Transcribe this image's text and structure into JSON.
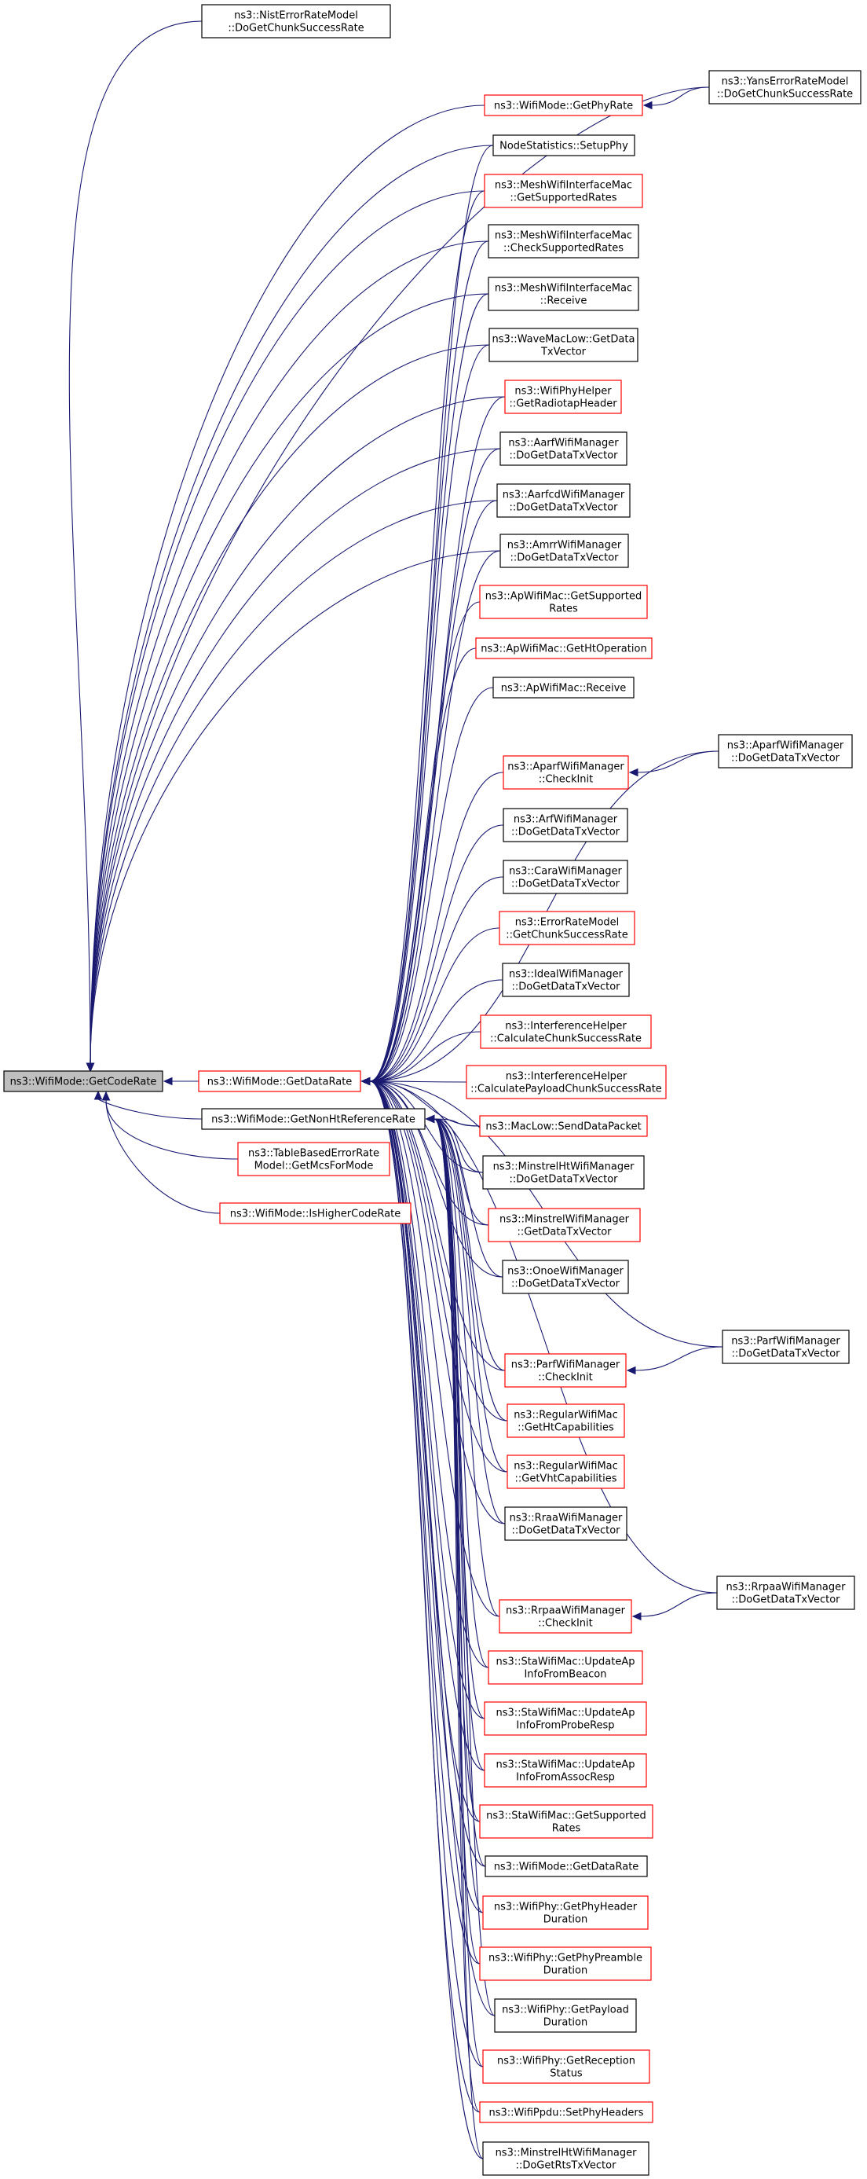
{
  "colors": {
    "edge": "#191970",
    "documented_border": "#000000",
    "undocumented_border": "#ff0000",
    "root_fill": "#bfbfbf"
  },
  "nodes": [
    {
      "id": "root",
      "lines": [
        "ns3::WifiMode::GetCodeRate"
      ],
      "style": "root"
    },
    {
      "id": "nist",
      "lines": [
        "ns3::NistErrorRateModel",
        "::DoGetChunkSuccessRate"
      ],
      "style": "black"
    },
    {
      "id": "getphyrate",
      "lines": [
        "ns3::WifiMode::GetPhyRate"
      ],
      "style": "red"
    },
    {
      "id": "yans",
      "lines": [
        "ns3::YansErrorRateModel",
        "::DoGetChunkSuccessRate"
      ],
      "style": "black"
    },
    {
      "id": "getdatarate",
      "lines": [
        "ns3::WifiMode::GetDataRate"
      ],
      "style": "red"
    },
    {
      "id": "getnonht",
      "lines": [
        "ns3::WifiMode::GetNonHtReferenceRate"
      ],
      "style": "black"
    },
    {
      "id": "tablebased",
      "lines": [
        "ns3::TableBasedErrorRate",
        "Model::GetMcsForMode"
      ],
      "style": "red"
    },
    {
      "id": "ishigher",
      "lines": [
        "ns3::WifiMode::IsHigherCodeRate"
      ],
      "style": "red"
    },
    {
      "id": "c1",
      "lines": [
        "NodeStatistics::SetupPhy"
      ],
      "style": "black"
    },
    {
      "id": "c2",
      "lines": [
        "ns3::MeshWifiInterfaceMac",
        "::GetSupportedRates"
      ],
      "style": "red"
    },
    {
      "id": "c3",
      "lines": [
        "ns3::MeshWifiInterfaceMac",
        "::CheckSupportedRates"
      ],
      "style": "black"
    },
    {
      "id": "c4",
      "lines": [
        "ns3::MeshWifiInterfaceMac",
        "::Receive"
      ],
      "style": "black"
    },
    {
      "id": "c5",
      "lines": [
        "ns3::WaveMacLow::GetData",
        "TxVector"
      ],
      "style": "black"
    },
    {
      "id": "c6",
      "lines": [
        "ns3::WifiPhyHelper",
        "::GetRadiotapHeader"
      ],
      "style": "red"
    },
    {
      "id": "c7",
      "lines": [
        "ns3::AarfWifiManager",
        "::DoGetDataTxVector"
      ],
      "style": "black"
    },
    {
      "id": "c8",
      "lines": [
        "ns3::AarfcdWifiManager",
        "::DoGetDataTxVector"
      ],
      "style": "black"
    },
    {
      "id": "c9",
      "lines": [
        "ns3::AmrrWifiManager",
        "::DoGetDataTxVector"
      ],
      "style": "black"
    },
    {
      "id": "c10",
      "lines": [
        "ns3::ApWifiMac::GetSupported",
        "Rates"
      ],
      "style": "red"
    },
    {
      "id": "c11",
      "lines": [
        "ns3::ApWifiMac::GetHtOperation"
      ],
      "style": "red"
    },
    {
      "id": "c12",
      "lines": [
        "ns3::ApWifiMac::Receive"
      ],
      "style": "black"
    },
    {
      "id": "c13",
      "lines": [
        "ns3::AparfWifiManager",
        "::CheckInit"
      ],
      "style": "red"
    },
    {
      "id": "aparf",
      "lines": [
        "ns3::AparfWifiManager",
        "::DoGetDataTxVector"
      ],
      "style": "black"
    },
    {
      "id": "c14",
      "lines": [
        "ns3::ArfWifiManager",
        "::DoGetDataTxVector"
      ],
      "style": "black"
    },
    {
      "id": "c15",
      "lines": [
        "ns3::CaraWifiManager",
        "::DoGetDataTxVector"
      ],
      "style": "black"
    },
    {
      "id": "c16",
      "lines": [
        "ns3::ErrorRateModel",
        "::GetChunkSuccessRate"
      ],
      "style": "red"
    },
    {
      "id": "c17",
      "lines": [
        "ns3::IdealWifiManager",
        "::DoGetDataTxVector"
      ],
      "style": "black"
    },
    {
      "id": "c18",
      "lines": [
        "ns3::InterferenceHelper",
        "::CalculateChunkSuccessRate"
      ],
      "style": "red"
    },
    {
      "id": "c19",
      "lines": [
        "ns3::InterferenceHelper",
        "::CalculatePayloadChunkSuccessRate"
      ],
      "style": "red"
    },
    {
      "id": "c20",
      "lines": [
        "ns3::MacLow::SendDataPacket"
      ],
      "style": "red"
    },
    {
      "id": "c21",
      "lines": [
        "ns3::MinstrelHtWifiManager",
        "::DoGetDataTxVector"
      ],
      "style": "black"
    },
    {
      "id": "c22",
      "lines": [
        "ns3::MinstrelWifiManager",
        "::GetDataTxVector"
      ],
      "style": "red"
    },
    {
      "id": "c23",
      "lines": [
        "ns3::OnoeWifiManager",
        "::DoGetDataTxVector"
      ],
      "style": "black"
    },
    {
      "id": "parf",
      "lines": [
        "ns3::ParfWifiManager",
        "::DoGetDataTxVector"
      ],
      "style": "black"
    },
    {
      "id": "c24",
      "lines": [
        "ns3::ParfWifiManager",
        "::CheckInit"
      ],
      "style": "red"
    },
    {
      "id": "c25",
      "lines": [
        "ns3::RegularWifiMac",
        "::GetHtCapabilities"
      ],
      "style": "red"
    },
    {
      "id": "c26",
      "lines": [
        "ns3::RegularWifiMac",
        "::GetVhtCapabilities"
      ],
      "style": "red"
    },
    {
      "id": "c27",
      "lines": [
        "ns3::RraaWifiManager",
        "::DoGetDataTxVector"
      ],
      "style": "black"
    },
    {
      "id": "rrpaa",
      "lines": [
        "ns3::RrpaaWifiManager",
        "::DoGetDataTxVector"
      ],
      "style": "black"
    },
    {
      "id": "c28",
      "lines": [
        "ns3::RrpaaWifiManager",
        "::CheckInit"
      ],
      "style": "red"
    },
    {
      "id": "c29",
      "lines": [
        "ns3::StaWifiMac::UpdateAp",
        "InfoFromBeacon"
      ],
      "style": "red"
    },
    {
      "id": "c30",
      "lines": [
        "ns3::StaWifiMac::UpdateAp",
        "InfoFromProbeResp"
      ],
      "style": "red"
    },
    {
      "id": "c31",
      "lines": [
        "ns3::StaWifiMac::UpdateAp",
        "InfoFromAssocResp"
      ],
      "style": "red"
    },
    {
      "id": "c32",
      "lines": [
        "ns3::StaWifiMac::GetSupported",
        "Rates"
      ],
      "style": "red"
    },
    {
      "id": "c33",
      "lines": [
        "ns3::WifiMode::GetDataRate"
      ],
      "style": "black"
    },
    {
      "id": "c34",
      "lines": [
        "ns3::WifiPhy::GetPhyHeader",
        "Duration"
      ],
      "style": "red"
    },
    {
      "id": "c35",
      "lines": [
        "ns3::WifiPhy::GetPhyPreamble",
        "Duration"
      ],
      "style": "red"
    },
    {
      "id": "c36",
      "lines": [
        "ns3::WifiPhy::GetPayload",
        "Duration"
      ],
      "style": "black"
    },
    {
      "id": "c37",
      "lines": [
        "ns3::WifiPhy::GetReception",
        "Status"
      ],
      "style": "red"
    },
    {
      "id": "c38",
      "lines": [
        "ns3::WifiPpdu::SetPhyHeaders"
      ],
      "style": "red"
    },
    {
      "id": "c39",
      "lines": [
        "ns3::MinstrelHtWifiManager",
        "::DoGetRtsTxVector"
      ],
      "style": "black"
    }
  ],
  "edges": [
    {
      "from": "nist",
      "to": "root"
    },
    {
      "from": "yans",
      "to": "root"
    },
    {
      "from": "getphyrate",
      "to": "root"
    },
    {
      "from": "yans",
      "to": "getphyrate"
    },
    {
      "from": "c1",
      "to": "root"
    },
    {
      "from": "c2",
      "to": "root"
    },
    {
      "from": "c3",
      "to": "root"
    },
    {
      "from": "c4",
      "to": "root"
    },
    {
      "from": "c5",
      "to": "root"
    },
    {
      "from": "c6",
      "to": "root"
    },
    {
      "from": "c7",
      "to": "root"
    },
    {
      "from": "c8",
      "to": "root"
    },
    {
      "from": "c9",
      "to": "root"
    },
    {
      "from": "getdatarate",
      "to": "root"
    },
    {
      "from": "getnonht",
      "to": "root"
    },
    {
      "from": "tablebased",
      "to": "root"
    },
    {
      "from": "ishigher",
      "to": "root"
    },
    {
      "from": "c1",
      "to": "getdatarate"
    },
    {
      "from": "c2",
      "to": "getdatarate"
    },
    {
      "from": "c3",
      "to": "getdatarate"
    },
    {
      "from": "c4",
      "to": "getdatarate"
    },
    {
      "from": "c5",
      "to": "getdatarate"
    },
    {
      "from": "c6",
      "to": "getdatarate"
    },
    {
      "from": "c7",
      "to": "getdatarate"
    },
    {
      "from": "c8",
      "to": "getdatarate"
    },
    {
      "from": "c9",
      "to": "getdatarate"
    },
    {
      "from": "c10",
      "to": "getdatarate"
    },
    {
      "from": "c11",
      "to": "getdatarate"
    },
    {
      "from": "c12",
      "to": "getdatarate"
    },
    {
      "from": "aparf",
      "to": "getdatarate"
    },
    {
      "from": "c13",
      "to": "getdatarate"
    },
    {
      "from": "aparf",
      "to": "c13"
    },
    {
      "from": "c14",
      "to": "getdatarate"
    },
    {
      "from": "c15",
      "to": "getdatarate"
    },
    {
      "from": "c16",
      "to": "getdatarate"
    },
    {
      "from": "c17",
      "to": "getdatarate"
    },
    {
      "from": "c18",
      "to": "getdatarate"
    },
    {
      "from": "c19",
      "to": "getdatarate"
    },
    {
      "from": "c20",
      "to": "getdatarate"
    },
    {
      "from": "c21",
      "to": "getdatarate"
    },
    {
      "from": "c22",
      "to": "getdatarate"
    },
    {
      "from": "c23",
      "to": "getdatarate"
    },
    {
      "from": "parf",
      "to": "getdatarate"
    },
    {
      "from": "c24",
      "to": "getdatarate"
    },
    {
      "from": "parf",
      "to": "c24"
    },
    {
      "from": "c25",
      "to": "getdatarate"
    },
    {
      "from": "c26",
      "to": "getdatarate"
    },
    {
      "from": "c27",
      "to": "getdatarate"
    },
    {
      "from": "rrpaa",
      "to": "getdatarate"
    },
    {
      "from": "c28",
      "to": "getdatarate"
    },
    {
      "from": "rrpaa",
      "to": "c28"
    },
    {
      "from": "c29",
      "to": "getdatarate"
    },
    {
      "from": "c30",
      "to": "getdatarate"
    },
    {
      "from": "c31",
      "to": "getdatarate"
    },
    {
      "from": "c32",
      "to": "getdatarate"
    },
    {
      "from": "c33",
      "to": "getdatarate"
    },
    {
      "from": "c34",
      "to": "getdatarate"
    },
    {
      "from": "c35",
      "to": "getdatarate"
    },
    {
      "from": "c36",
      "to": "getdatarate"
    },
    {
      "from": "c37",
      "to": "getdatarate"
    },
    {
      "from": "c38",
      "to": "getdatarate"
    },
    {
      "from": "c39",
      "to": "getdatarate"
    },
    {
      "from": "c20",
      "to": "getnonht"
    },
    {
      "from": "c21",
      "to": "getnonht"
    },
    {
      "from": "c22",
      "to": "getnonht"
    },
    {
      "from": "c23",
      "to": "getnonht"
    },
    {
      "from": "c24",
      "to": "getnonht"
    },
    {
      "from": "c25",
      "to": "getnonht"
    },
    {
      "from": "c26",
      "to": "getnonht"
    },
    {
      "from": "c27",
      "to": "getnonht"
    },
    {
      "from": "c28",
      "to": "getnonht"
    },
    {
      "from": "c29",
      "to": "getnonht"
    },
    {
      "from": "c30",
      "to": "getnonht"
    },
    {
      "from": "c31",
      "to": "getnonht"
    },
    {
      "from": "c32",
      "to": "getnonht"
    },
    {
      "from": "c33",
      "to": "getnonht"
    },
    {
      "from": "c34",
      "to": "getnonht"
    },
    {
      "from": "c35",
      "to": "getnonht"
    },
    {
      "from": "c36",
      "to": "getnonht"
    },
    {
      "from": "c37",
      "to": "getnonht"
    },
    {
      "from": "c38",
      "to": "getnonht"
    },
    {
      "from": "c39",
      "to": "getnonht"
    }
  ]
}
